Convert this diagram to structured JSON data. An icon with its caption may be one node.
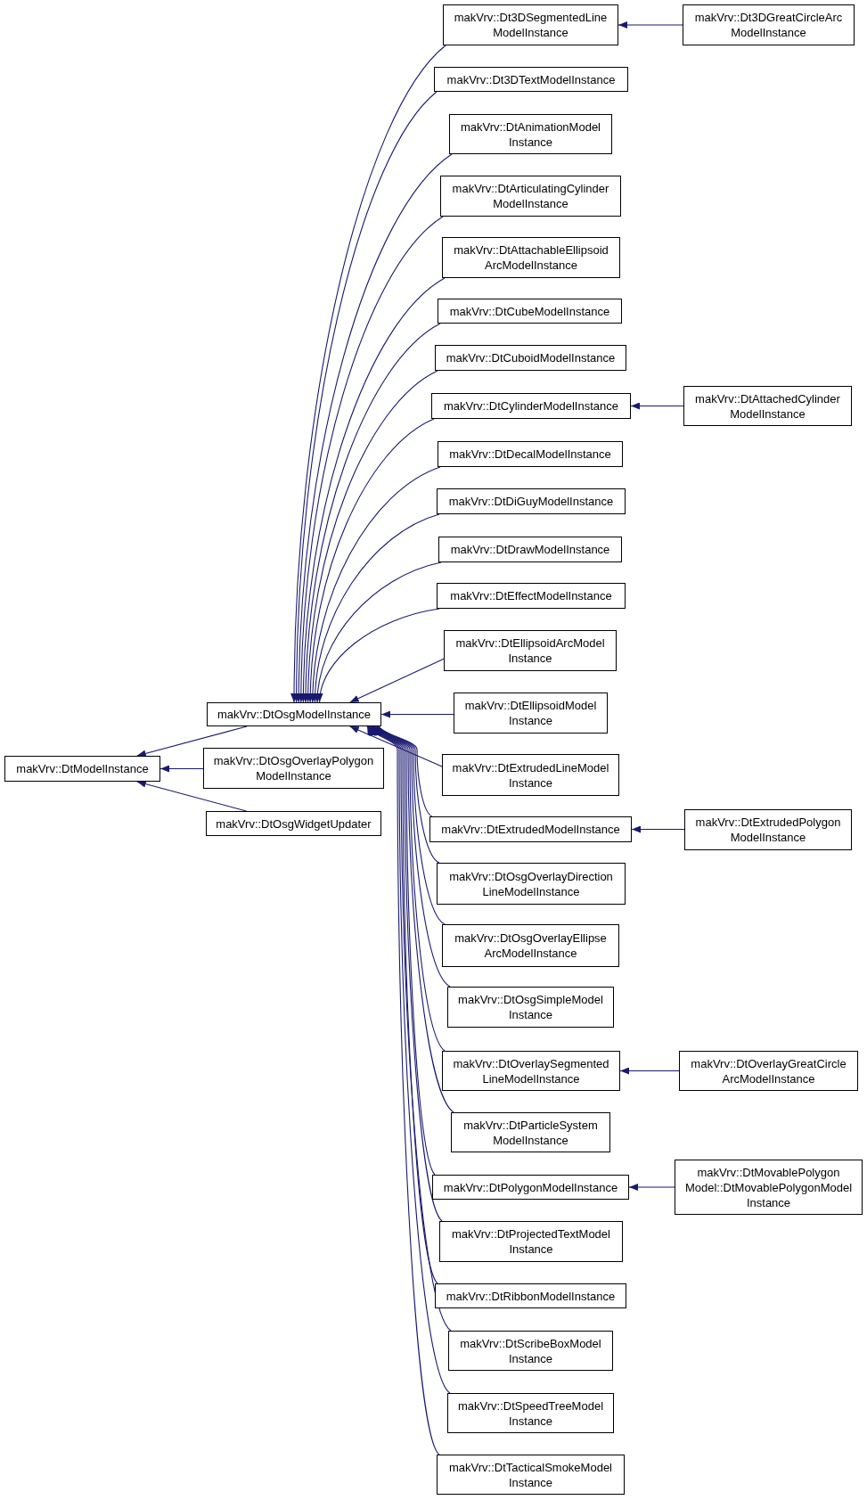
{
  "diagram": {
    "nodes": [
      {
        "text": [
          "makVrv::DtModelInstance"
        ]
      },
      {
        "text": [
          "makVrv::DtOsgModelInstance"
        ]
      },
      {
        "text": [
          "makVrv::DtOsgOverlayPolygon ModelInstance"
        ]
      },
      {
        "text": [
          "makVrv::DtOsgWidgetUpdater"
        ]
      },
      {
        "text": [
          "makVrv::Dt3DSegmentedLine ModelInstance"
        ]
      },
      {
        "text": [
          "makVrv::Dt3DGreatCircleArc ModelInstance"
        ]
      },
      {
        "text": [
          "makVrv::Dt3DTextModelInstance"
        ]
      },
      {
        "text": [
          "makVrv::DtAnimationModel Instance"
        ]
      },
      {
        "text": [
          "makVrv::DtArticulatingCylinder ModelInstance"
        ]
      },
      {
        "text": [
          "makVrv::DtAttachableEllipsoid ArcModelInstance"
        ]
      },
      {
        "text": [
          "makVrv::DtCubeModelInstance"
        ]
      },
      {
        "text": [
          "makVrv::DtCuboidModelInstance"
        ]
      },
      {
        "text": [
          "makVrv::DtCylinderModelInstance"
        ]
      },
      {
        "text": [
          "makVrv::DtAttachedCylinder ModelInstance"
        ]
      },
      {
        "text": [
          "makVrv::DtDecalModelInstance"
        ]
      },
      {
        "text": [
          "makVrv::DtDiGuyModelInstance"
        ]
      },
      {
        "text": [
          "makVrv::DtDrawModelInstance"
        ]
      },
      {
        "text": [
          "makVrv::DtEffectModelInstance"
        ]
      },
      {
        "text": [
          "makVrv::DtEllipsoidArcModel Instance"
        ]
      },
      {
        "text": [
          "makVrv::DtEllipsoidModel Instance"
        ]
      },
      {
        "text": [
          "makVrv::DtExtrudedLineModel Instance"
        ]
      },
      {
        "text": [
          "makVrv::DtExtrudedModelInstance"
        ]
      },
      {
        "text": [
          "makVrv::DtExtrudedPolygon ModelInstance"
        ]
      },
      {
        "text": [
          "makVrv::DtOsgOverlayDirection LineModelInstance"
        ]
      },
      {
        "text": [
          "makVrv::DtOsgOverlayEllipse ArcModelInstance"
        ]
      },
      {
        "text": [
          "makVrv::DtOsgSimpleModel Instance"
        ]
      },
      {
        "text": [
          "makVrv::DtOverlaySegmented LineModelInstance"
        ]
      },
      {
        "text": [
          "makVrv::DtOverlayGreatCircle ArcModelInstance"
        ]
      },
      {
        "text": [
          "makVrv::DtParticleSystem ModelInstance"
        ]
      },
      {
        "text": [
          "makVrv::DtPolygonModelInstance"
        ]
      },
      {
        "text": [
          "makVrv::DtMovablePolygon Model::DtMovablePolygonModel Instance"
        ]
      },
      {
        "text": [
          "makVrv::DtProjectedTextModel Instance"
        ]
      },
      {
        "text": [
          "makVrv::DtRibbonModelInstance"
        ]
      },
      {
        "text": [
          "makVrv::DtScribeBoxModel Instance"
        ]
      },
      {
        "text": [
          "makVrv::DtSpeedTreeModel Instance"
        ]
      },
      {
        "text": [
          "makVrv::DtTacticalSmokeModel Instance"
        ]
      }
    ],
    "edges": [
      {
        "from": 1,
        "to": 0,
        "arrow": "to"
      },
      {
        "from": 2,
        "to": 0,
        "arrow": "to"
      },
      {
        "from": 3,
        "to": 0,
        "arrow": "to"
      },
      {
        "from": 4,
        "to": 1,
        "arrow": "to"
      },
      {
        "from": 6,
        "to": 1,
        "arrow": "to"
      },
      {
        "from": 7,
        "to": 1,
        "arrow": "to"
      },
      {
        "from": 8,
        "to": 1,
        "arrow": "to"
      },
      {
        "from": 9,
        "to": 1,
        "arrow": "to"
      },
      {
        "from": 10,
        "to": 1,
        "arrow": "to"
      },
      {
        "from": 11,
        "to": 1,
        "arrow": "to"
      },
      {
        "from": 12,
        "to": 1,
        "arrow": "to"
      },
      {
        "from": 14,
        "to": 1,
        "arrow": "to"
      },
      {
        "from": 15,
        "to": 1,
        "arrow": "to"
      },
      {
        "from": 16,
        "to": 1,
        "arrow": "to"
      },
      {
        "from": 17,
        "to": 1,
        "arrow": "to"
      },
      {
        "from": 18,
        "to": 1,
        "arrow": "to"
      },
      {
        "from": 19,
        "to": 1,
        "arrow": "to"
      },
      {
        "from": 20,
        "to": 1,
        "arrow": "to"
      },
      {
        "from": 21,
        "to": 1,
        "arrow": "to"
      },
      {
        "from": 23,
        "to": 1,
        "arrow": "to"
      },
      {
        "from": 24,
        "to": 1,
        "arrow": "to"
      },
      {
        "from": 25,
        "to": 1,
        "arrow": "to"
      },
      {
        "from": 26,
        "to": 1,
        "arrow": "to"
      },
      {
        "from": 28,
        "to": 1,
        "arrow": "to"
      },
      {
        "from": 29,
        "to": 1,
        "arrow": "to"
      },
      {
        "from": 31,
        "to": 1,
        "arrow": "to"
      },
      {
        "from": 32,
        "to": 1,
        "arrow": "to"
      },
      {
        "from": 33,
        "to": 1,
        "arrow": "to"
      },
      {
        "from": 34,
        "to": 1,
        "arrow": "to"
      },
      {
        "from": 35,
        "to": 1,
        "arrow": "to"
      },
      {
        "from": 5,
        "to": 4,
        "arrow": "to"
      },
      {
        "from": 13,
        "to": 12,
        "arrow": "to"
      },
      {
        "from": 22,
        "to": 21,
        "arrow": "to"
      },
      {
        "from": 27,
        "to": 26,
        "arrow": "to"
      },
      {
        "from": 30,
        "to": 29,
        "arrow": "to"
      }
    ]
  }
}
